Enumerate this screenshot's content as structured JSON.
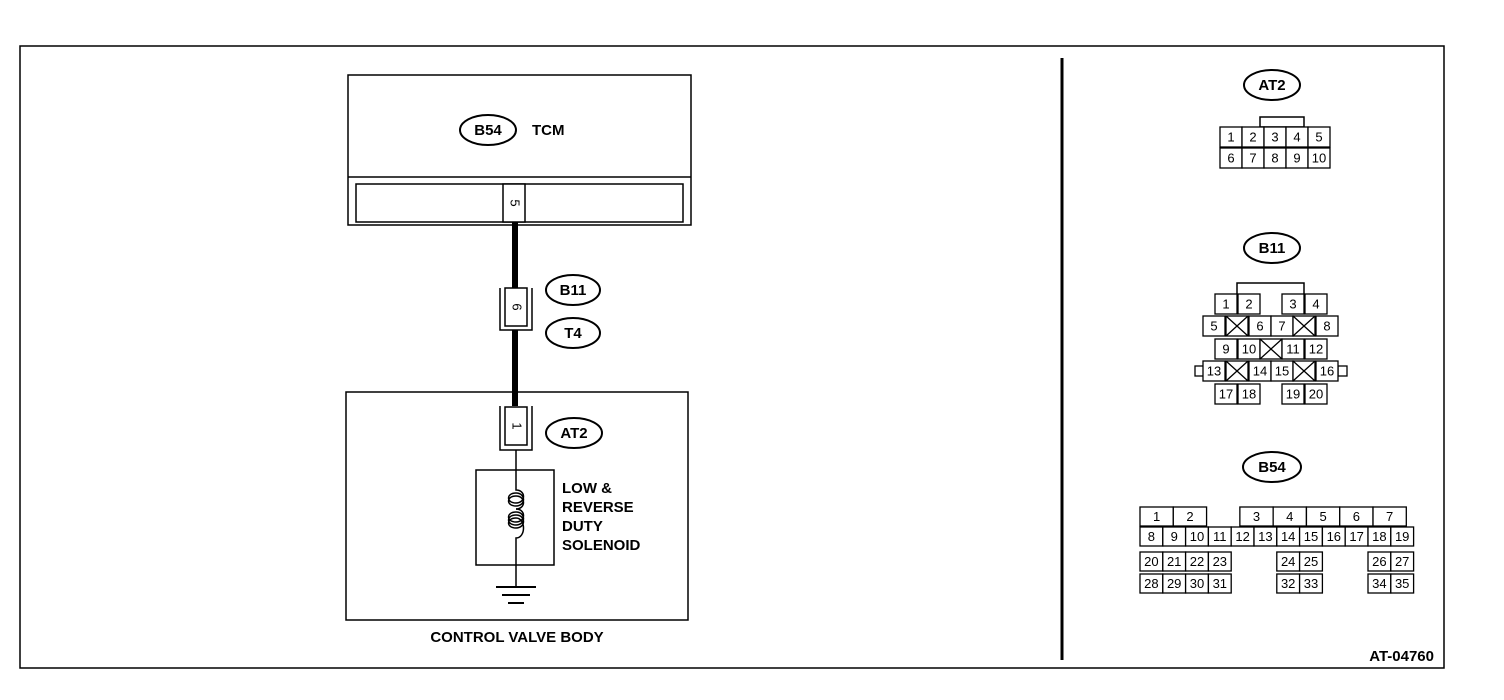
{
  "wiring": {
    "tcm_connector": "B54",
    "tcm_label": "TCM",
    "tcm_pin": "5",
    "inline_connector_1": "B11",
    "inline_connector_2": "T4",
    "inline_pin": "6",
    "valve_connector": "AT2",
    "valve_pin": "1",
    "solenoid_label": [
      "LOW &",
      "REVERSE",
      "DUTY",
      "SOLENOID"
    ],
    "valve_body_label": "CONTROL VALVE BODY"
  },
  "connectors": {
    "at2": {
      "name": "AT2",
      "row1": [
        "1",
        "2",
        "3",
        "4",
        "5"
      ],
      "row2": [
        "6",
        "7",
        "8",
        "9",
        "10"
      ]
    },
    "b11": {
      "name": "B11",
      "row1": [
        "1",
        "2",
        "3",
        "4"
      ],
      "row2": [
        "5",
        "6",
        "7",
        "8"
      ],
      "row3": [
        "9",
        "10",
        "11",
        "12"
      ],
      "row4": [
        "13",
        "14",
        "15",
        "16"
      ],
      "row5": [
        "17",
        "18",
        "19",
        "20"
      ]
    },
    "b54": {
      "name": "B54",
      "row1": [
        "1",
        "2",
        "3",
        "4",
        "5",
        "6",
        "7"
      ],
      "row2": [
        "8",
        "9",
        "10",
        "11",
        "12",
        "13",
        "14",
        "15",
        "16",
        "17",
        "18",
        "19"
      ],
      "row3": [
        "20",
        "21",
        "22",
        "23",
        "24",
        "25",
        "26",
        "27"
      ],
      "row4": [
        "28",
        "29",
        "30",
        "31",
        "32",
        "33",
        "34",
        "35"
      ]
    }
  },
  "figure_code": "AT-04760"
}
